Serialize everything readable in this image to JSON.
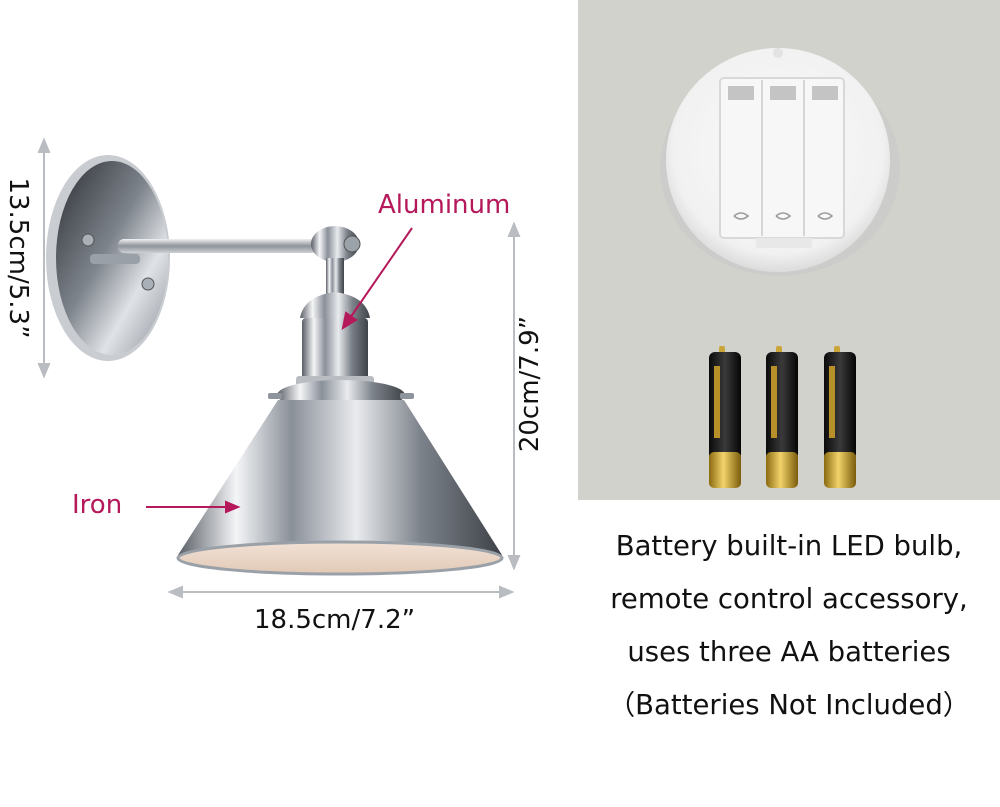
{
  "labels": {
    "aluminum": "Aluminum",
    "iron": "Iron"
  },
  "dimensions": {
    "backplate_height": "13.5cm/5.3”",
    "lamp_height": "20cm/7.9”",
    "shade_width": "18.5cm/7.2”"
  },
  "caption": {
    "line1": "Battery built-in LED bulb,",
    "line2": "remote control accessory,",
    "line3": "uses three AA batteries",
    "line4": "（Batteries Not Included）"
  },
  "colors": {
    "label_accent": "#b5195a",
    "photo_background": "#d2d2cd"
  },
  "battery_count": 3
}
